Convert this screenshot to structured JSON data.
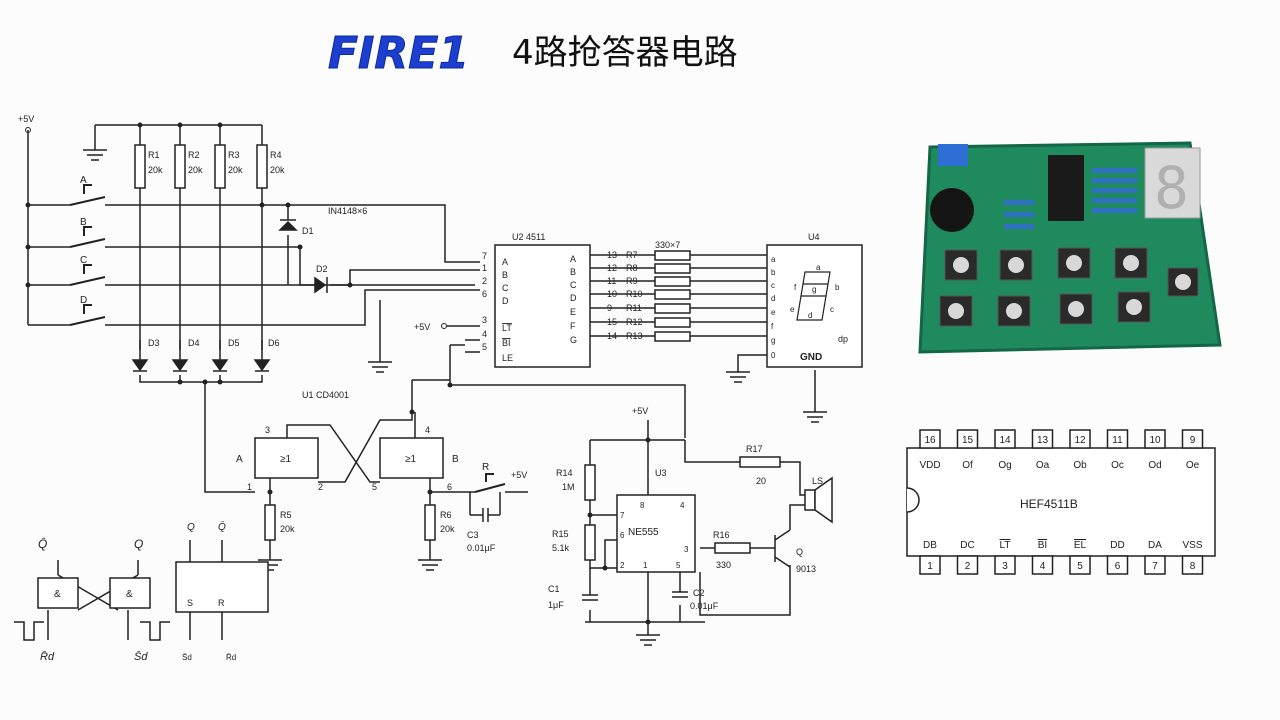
{
  "header": {
    "logo": "FIRE1",
    "title": "4路抢答器电路"
  },
  "colors": {
    "logo_blue": "#1c3fd0",
    "line": "#222222",
    "pcb_green": "#1f8a5e",
    "pcb_dark": "#136646"
  },
  "circuit": {
    "supply": "+5V",
    "supply_short": "+5V",
    "switches": [
      "A",
      "B",
      "C",
      "D",
      "R"
    ],
    "resistors": [
      {
        "name": "R1",
        "value": "20k"
      },
      {
        "name": "R2",
        "value": "20k"
      },
      {
        "name": "R3",
        "value": "20k"
      },
      {
        "name": "R4",
        "value": "20k"
      },
      {
        "name": "R5",
        "value": "20k"
      },
      {
        "name": "R6",
        "value": "20k"
      },
      {
        "name": "R14",
        "value": "1M"
      },
      {
        "name": "R15",
        "value": "5.1k"
      },
      {
        "name": "R16",
        "value": "330"
      },
      {
        "name": "R17",
        "value": "20"
      }
    ],
    "diode_array_label": "IN4148×6",
    "diodes": [
      "D1",
      "D2",
      "D3",
      "D4",
      "D5",
      "D6"
    ],
    "u2": {
      "title": "U2  4511",
      "left_pins": [
        {
          "num": "7",
          "label": "A"
        },
        {
          "num": "1",
          "label": "B"
        },
        {
          "num": "2",
          "label": "C"
        },
        {
          "num": "6",
          "label": "D"
        },
        {
          "num": "3",
          "label": "LT"
        },
        {
          "num": "4",
          "label": "BI"
        },
        {
          "num": "5",
          "label": "LE"
        }
      ],
      "right_labels": [
        "A",
        "B",
        "C",
        "D",
        "E",
        "F",
        "G"
      ]
    },
    "segment_resistors": [
      {
        "pin": "13",
        "name": "R7"
      },
      {
        "pin": "12",
        "name": "R8"
      },
      {
        "pin": "11",
        "name": "R9"
      },
      {
        "pin": "10",
        "name": "R10"
      },
      {
        "pin": "9",
        "name": "R11"
      },
      {
        "pin": "15",
        "name": "R12"
      },
      {
        "pin": "14",
        "name": "R13"
      }
    ],
    "resistor_array_label": "330×7",
    "u4": {
      "title": "U4",
      "pins": [
        "a",
        "b",
        "c",
        "d",
        "e",
        "f",
        "g",
        "0"
      ],
      "segments": [
        "a",
        "b",
        "c",
        "d",
        "e",
        "f",
        "g"
      ],
      "gnd": "GND",
      "dp": "dp"
    },
    "u1": {
      "title": "U1  CD4001",
      "gate_symbol": "≥1",
      "gate_a": "A",
      "gate_b": "B",
      "pins": [
        "3",
        "4",
        "1",
        "2",
        "5",
        "6"
      ]
    },
    "caps": [
      {
        "name": "C1",
        "value": "1μF"
      },
      {
        "name": "C2",
        "value": "0.01μF"
      },
      {
        "name": "C3",
        "value": "0.01μF"
      }
    ],
    "u3": {
      "title": "U3",
      "chip": "NE555",
      "pins": [
        "8",
        "4",
        "7",
        "6",
        "3",
        "2",
        "1",
        "5"
      ]
    },
    "transistor": {
      "name": "Q",
      "model": "9013"
    },
    "speaker": "LS"
  },
  "rs_latch": {
    "q_bar": "Q̄",
    "q": "Q",
    "gate_symbol": "&",
    "r": "R̄d",
    "s": "S̄d",
    "box_q": "Q",
    "box_q_bar": "Q̄",
    "box_s": "S",
    "box_r": "R",
    "box_sd": "S̄d",
    "box_rd": "R̄d"
  },
  "hef": {
    "name": "HEF4511B",
    "top_pins": [
      "16",
      "15",
      "14",
      "13",
      "12",
      "11",
      "10",
      "9"
    ],
    "bottom_pins": [
      "1",
      "2",
      "3",
      "4",
      "5",
      "6",
      "7",
      "8"
    ],
    "top_labels": [
      "VDD",
      "Of",
      "Og",
      "Oa",
      "Ob",
      "Oc",
      "Od",
      "Oe"
    ],
    "bottom_labels": [
      "DB",
      "DC",
      "LT",
      "BI",
      "EL",
      "DD",
      "DA",
      "VSS"
    ]
  },
  "board": {
    "display_digit": "8"
  }
}
